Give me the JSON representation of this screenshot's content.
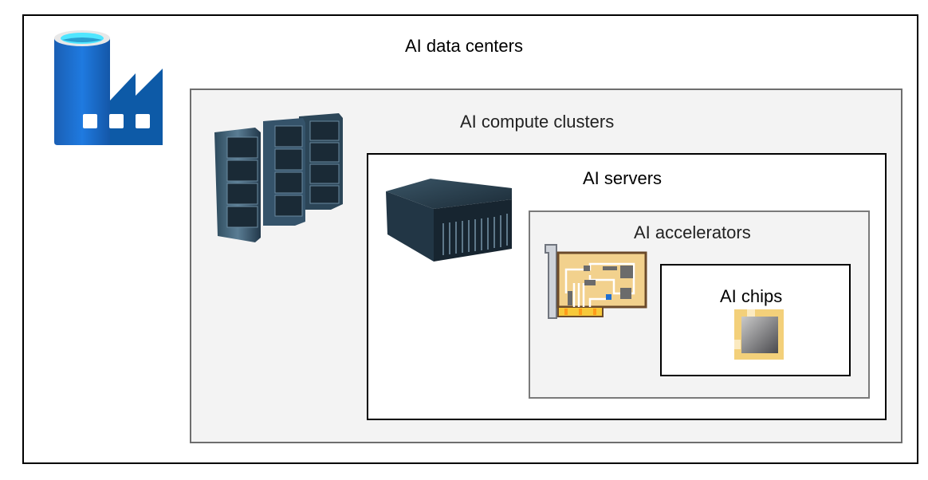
{
  "diagram": {
    "title": "AI data centers hierarchy",
    "levels": [
      {
        "id": "data-centers",
        "label": "AI data centers",
        "icon": "data-factory-icon"
      },
      {
        "id": "compute-clusters",
        "label": "AI compute clusters",
        "icon": "server-racks-icon"
      },
      {
        "id": "servers",
        "label": "AI servers",
        "icon": "server-chassis-icon"
      },
      {
        "id": "accelerators",
        "label": "AI accelerators",
        "icon": "expansion-card-icon"
      },
      {
        "id": "chips",
        "label": "AI chips",
        "icon": "chip-icon"
      }
    ]
  },
  "colors": {
    "factory_blue": "#1565c0",
    "factory_cyan": "#50e6ff",
    "gray_fill": "#f3f3f3",
    "card_gold": "#f0c86e"
  }
}
